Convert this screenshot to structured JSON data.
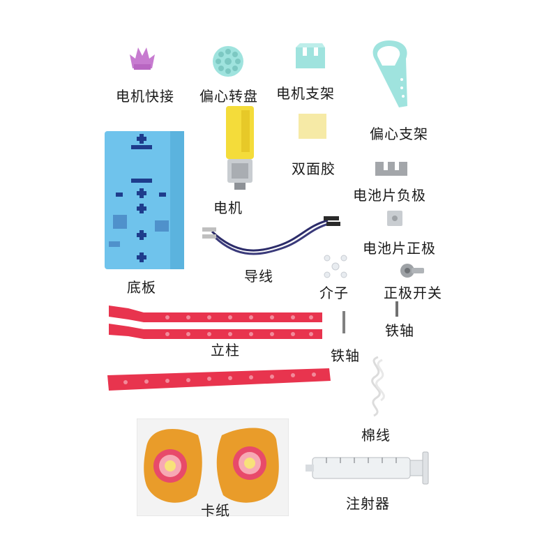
{
  "labels": {
    "motor_connector": "电机快接",
    "eccentric_disc": "偏心转盘",
    "motor_bracket": "电机支架",
    "eccentric_bracket": "偏心支架",
    "double_sided_tape": "双面胶",
    "battery_negative": "电池片负极",
    "motor": "电机",
    "battery_positive": "电池片正极",
    "wire": "导线",
    "base_plate": "底板",
    "spacer": "介子",
    "positive_switch": "正极开关",
    "iron_shaft_right": "铁轴",
    "column": "立柱",
    "iron_shaft_center": "铁轴",
    "cotton_thread": "棉线",
    "card": "卡纸",
    "syringe": "注射器"
  },
  "colors": {
    "blue": "#6fc3ec",
    "red": "#e8344e",
    "purple": "#c77bd0",
    "mint": "#9fe3de",
    "yellow": "#f4dc3a",
    "orange": "#e99c2a"
  },
  "icons": [
    "motor-connector-icon",
    "eccentric-disc-icon",
    "motor-bracket-icon",
    "eccentric-bracket-icon",
    "tape-icon",
    "battery-negative-icon",
    "motor-icon",
    "battery-positive-icon",
    "wire-icon",
    "base-plate-icon",
    "spacer-icon",
    "switch-icon",
    "shaft-icon",
    "column-icon",
    "thread-icon",
    "card-icon",
    "syringe-icon"
  ]
}
